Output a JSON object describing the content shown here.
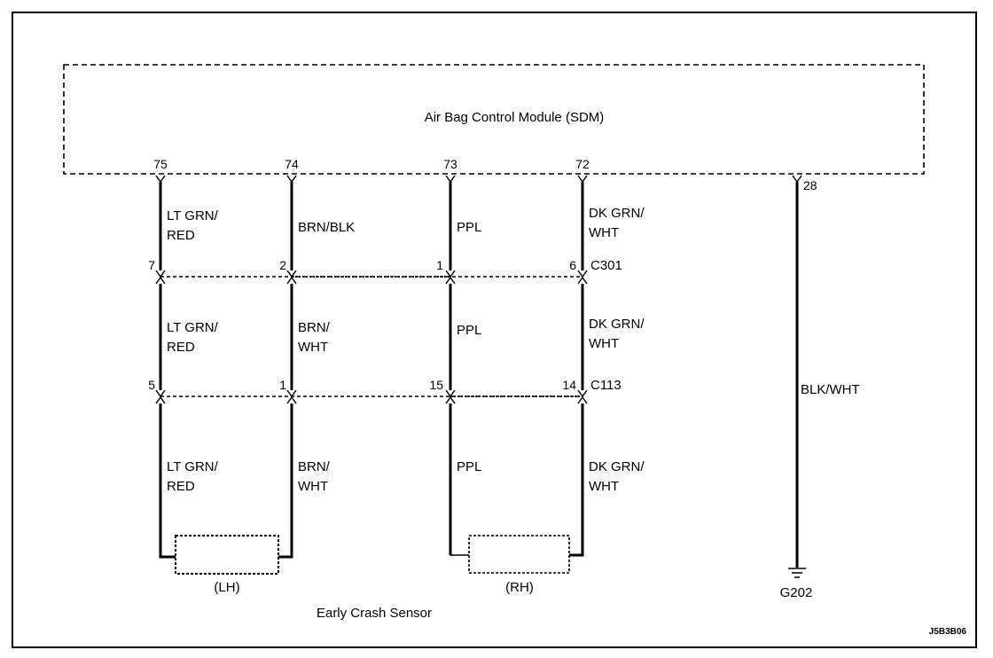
{
  "module": {
    "title": "Air Bag Control Module (SDM)"
  },
  "pins": {
    "p75": "75",
    "p74": "74",
    "p73": "73",
    "p72": "72",
    "p28": "28"
  },
  "c301": {
    "name": "C301",
    "pins": {
      "a": "7",
      "b": "2",
      "c": "1",
      "d": "6"
    }
  },
  "c113": {
    "name": "C113",
    "pins": {
      "a": "5",
      "b": "1",
      "c": "15",
      "d": "14"
    }
  },
  "wires_top": {
    "w1_l1": "LT GRN/",
    "w1_l2": "RED",
    "w2_l1": "BRN/BLK",
    "w3_l1": "PPL",
    "w4_l1": "DK GRN/",
    "w4_l2": "WHT"
  },
  "wires_mid": {
    "w1_l1": "LT GRN/",
    "w1_l2": "RED",
    "w2_l1": "BRN/",
    "w2_l2": "WHT",
    "w3_l1": "PPL",
    "w4_l1": "DK GRN/",
    "w4_l2": "WHT"
  },
  "wires_bot": {
    "w1_l1": "LT GRN/",
    "w1_l2": "RED",
    "w2_l1": "BRN/",
    "w2_l2": "WHT",
    "w3_l1": "PPL",
    "w4_l1": "DK GRN/",
    "w4_l2": "WHT"
  },
  "ground_wire": "BLK/WHT",
  "ground": "G202",
  "sensors": {
    "lh": "(LH)",
    "rh": "(RH)",
    "caption": "Early Crash Sensor"
  },
  "figure_id": "J5B3B06"
}
